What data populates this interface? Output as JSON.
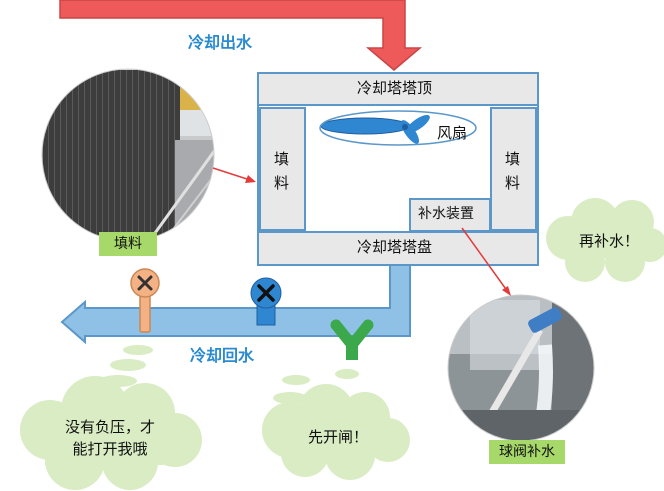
{
  "labels": {
    "cooling_outlet": "冷却出水",
    "tower_top": "冷却塔塔顶",
    "fan": "风扇",
    "fill_left": "填\n料",
    "fill_right": "填\n料",
    "makeup_device": "补水装置",
    "tower_basin": "冷却塔塔盘",
    "cooling_return": "冷却回水"
  },
  "photo_tags": {
    "fill_photo": "填料",
    "valve_photo": "球阀补水"
  },
  "bubbles": {
    "refill": "再补水！",
    "open_gate": "先开闸！",
    "no_negative_pressure": "没有负压，才\n能打开我哦"
  },
  "colors": {
    "outlet_arrow": "#ee5a5a",
    "pipe": "#8fc1e6",
    "pipe_border": "#5b97c9",
    "cloud": "#d9ecc3",
    "tag": "#a6d86a",
    "accent_text": "#2a8ad0"
  }
}
